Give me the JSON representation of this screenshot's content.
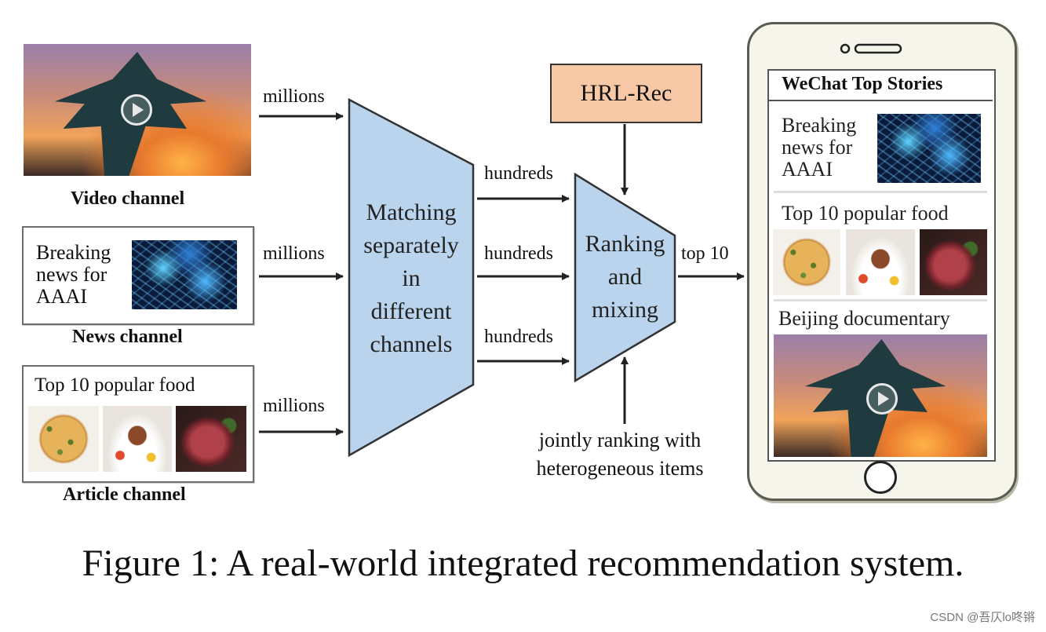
{
  "channels": {
    "video": {
      "label": "Video channel"
    },
    "news": {
      "label": "News channel",
      "text": [
        "Breaking",
        "news for",
        "AAAI"
      ]
    },
    "article": {
      "label": "Article channel",
      "text": "Top 10 popular food"
    }
  },
  "edges": {
    "input_video": "millions",
    "input_news": "millions",
    "input_article": "millions",
    "mid_1": "hundreds",
    "mid_2": "hundreds",
    "mid_3": "hundreds",
    "output": "top 10"
  },
  "matching": {
    "lines": [
      "Matching",
      "separately",
      "in",
      "different",
      "channels"
    ]
  },
  "ranking": {
    "lines": [
      "Ranking",
      "and",
      "mixing"
    ]
  },
  "hrl_rec": {
    "label": "HRL-Rec"
  },
  "jointly": {
    "lines": [
      "jointly ranking with",
      "heterogeneous items"
    ]
  },
  "phone": {
    "title": "WeChat Top Stories",
    "news_lines": [
      "Breaking",
      "news for",
      "AAAI"
    ],
    "food_title": "Top 10 popular food",
    "doc_title": "Beijing documentary"
  },
  "caption": "Figure 1: A real-world integrated recommendation system.",
  "watermark": "CSDN @吾仄lo咚锵",
  "colors": {
    "trapezoid_fill": "#bad4ee",
    "trapezoid_stroke": "#333333",
    "hrl_fill": "#f7c8a6",
    "phone_body": "#f6f5ec"
  }
}
